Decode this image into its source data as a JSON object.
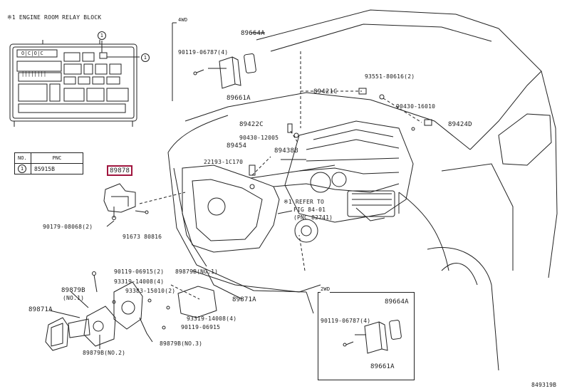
{
  "relay_block_title": "※1 ENGINE ROOM RELAY BLOCK",
  "legend": {
    "headers": [
      "NO.",
      "PNC"
    ],
    "rows": [
      {
        "no": "1",
        "pnc": "85915B"
      }
    ]
  },
  "callout_numbers": [
    "1",
    "1"
  ],
  "variant_4wd": "4WD",
  "variant_2wd": "2WD",
  "highlighted_part": "89878",
  "refer_note": [
    "※1 REFER TO",
    "FIG 84-01",
    "(PNC 82741)"
  ],
  "figure_code": "849319B",
  "labels": {
    "p89664A_top": "89664A",
    "p90119_06787_top": "90119-06787(4)",
    "p89661A_top": "89661A",
    "p89421C": "89421C",
    "p93551": "93551-80616(2)",
    "p90430_16010": "90430-16010",
    "p89424D": "89424D",
    "p89422C": "89422C",
    "p90430_12005": "90430-12005",
    "p89454": "89454",
    "p89438B": "89438B",
    "p22193": "22193-1C170",
    "p90179": "90179-08068(2)",
    "p91673": "91673 80816",
    "p90119_06915_2": "90119-06915(2)",
    "p89879B_no1": "89879B(NO.1)",
    "p93319_14008_4": "93319-14008(4)",
    "p89879B_left": "89879B",
    "p89879B_left_no": "(NO.1)",
    "p93383": "93383-15010(2)",
    "p89871A_left": "89871A",
    "p89871A_right": "89871A",
    "p93319_14008_4b": "93319-14008(4)",
    "p90119_06915": "90119-06915",
    "p89879B_no3": "89879B(NO.3)",
    "p89879B_no2": "89879B(NO.2)",
    "p89664A_bot": "89664A",
    "p90119_06787_bot": "90119-06787(4)",
    "p89661A_bot": "89661A"
  },
  "relay_block_text": {
    "row1": "O|C|O|C",
    "row2": "||||||||"
  }
}
